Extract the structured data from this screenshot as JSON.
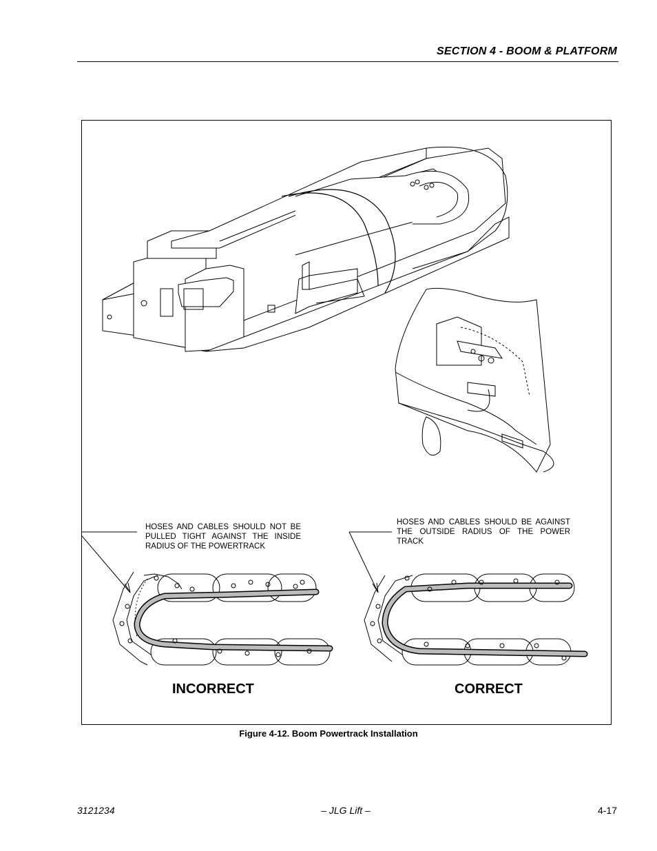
{
  "header": {
    "section": "SECTION 4 - BOOM & PLATFORM"
  },
  "figure": {
    "incorrect_note": "HOSES AND CABLES SHOULD NOT BE PULLED TIGHT AGAINST THE INSIDE RADIUS OF THE POWERTRACK",
    "correct_note": "HOSES AND CABLES SHOULD BE AGAINST THE OUTSIDE RADIUS OF THE POWER TRACK",
    "incorrect_label": "INCORRECT",
    "correct_label": "CORRECT",
    "caption": "Figure 4-12.  Boom Powertrack Installation"
  },
  "footer": {
    "doc_number": "3121234",
    "brand": "– JLG Lift –",
    "page": "4-17"
  }
}
